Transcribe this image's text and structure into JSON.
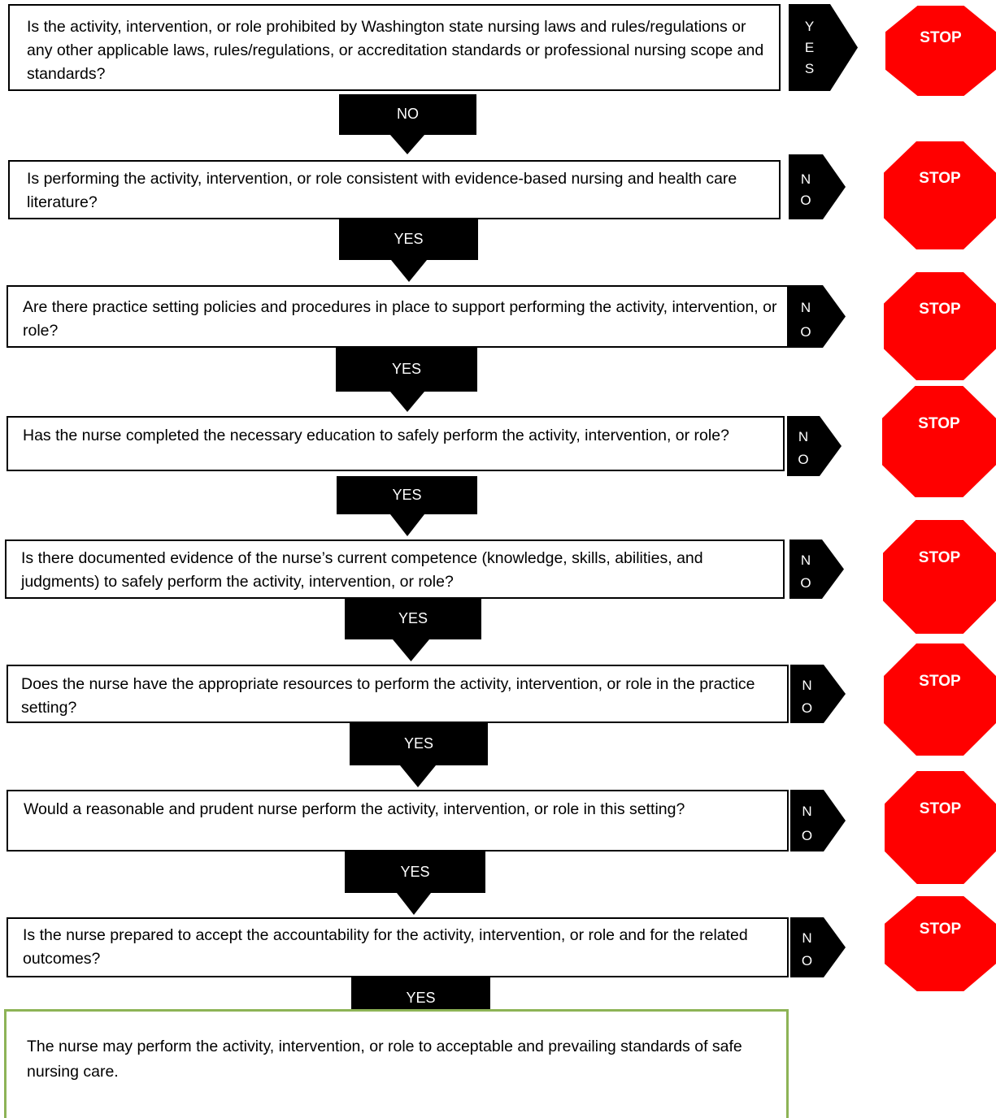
{
  "questions": [
    {
      "text": "Is the activity, intervention, or role prohibited by Washington state nursing laws and rules/regulations or any other applicable laws, rules/regulations, or accreditation standards or professional nursing scope and standards?",
      "side_label": "YES"
    },
    {
      "text": "Is performing the activity, intervention, or role consistent with evidence-based nursing and health care literature?",
      "side_label": "NO"
    },
    {
      "text": "Are there practice setting policies and procedures in place to support performing the activity, intervention, or role?",
      "side_label": "NO"
    },
    {
      "text": "Has the nurse completed the necessary education to safely perform the activity, intervention, or role?",
      "side_label": "NO"
    },
    {
      "text": "Is there documented evidence of the nurse’s current competence (knowledge, skills, abilities, and judgments) to safely perform the activity, intervention, or role?",
      "side_label": "NO"
    },
    {
      "text": "Does the nurse have the appropriate resources to perform the activity, intervention, or role in the practice setting?",
      "side_label": "NO"
    },
    {
      "text": "Would a reasonable and prudent nurse perform the activity, intervention, or role in this setting?",
      "side_label": "NO"
    },
    {
      "text": "Is the nurse prepared to accept the accountability for the activity, intervention, or role and for the related outcomes?",
      "side_label": "NO"
    }
  ],
  "connectors": [
    "NO",
    "YES",
    "YES",
    "YES",
    "YES",
    "YES",
    "YES",
    "YES"
  ],
  "stop_label": "STOP",
  "final_text": "The nurse may perform the activity, intervention, or role to acceptable and prevailing standards of safe nursing care.",
  "colors": {
    "stop": "#ff0000",
    "final_border": "#8db356",
    "arrow": "#000000"
  }
}
